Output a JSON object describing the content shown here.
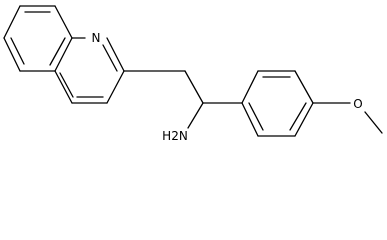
{
  "labels": {
    "ring_nitrogen": "N",
    "amine": "H2N",
    "ether_oxygen": "O"
  }
}
